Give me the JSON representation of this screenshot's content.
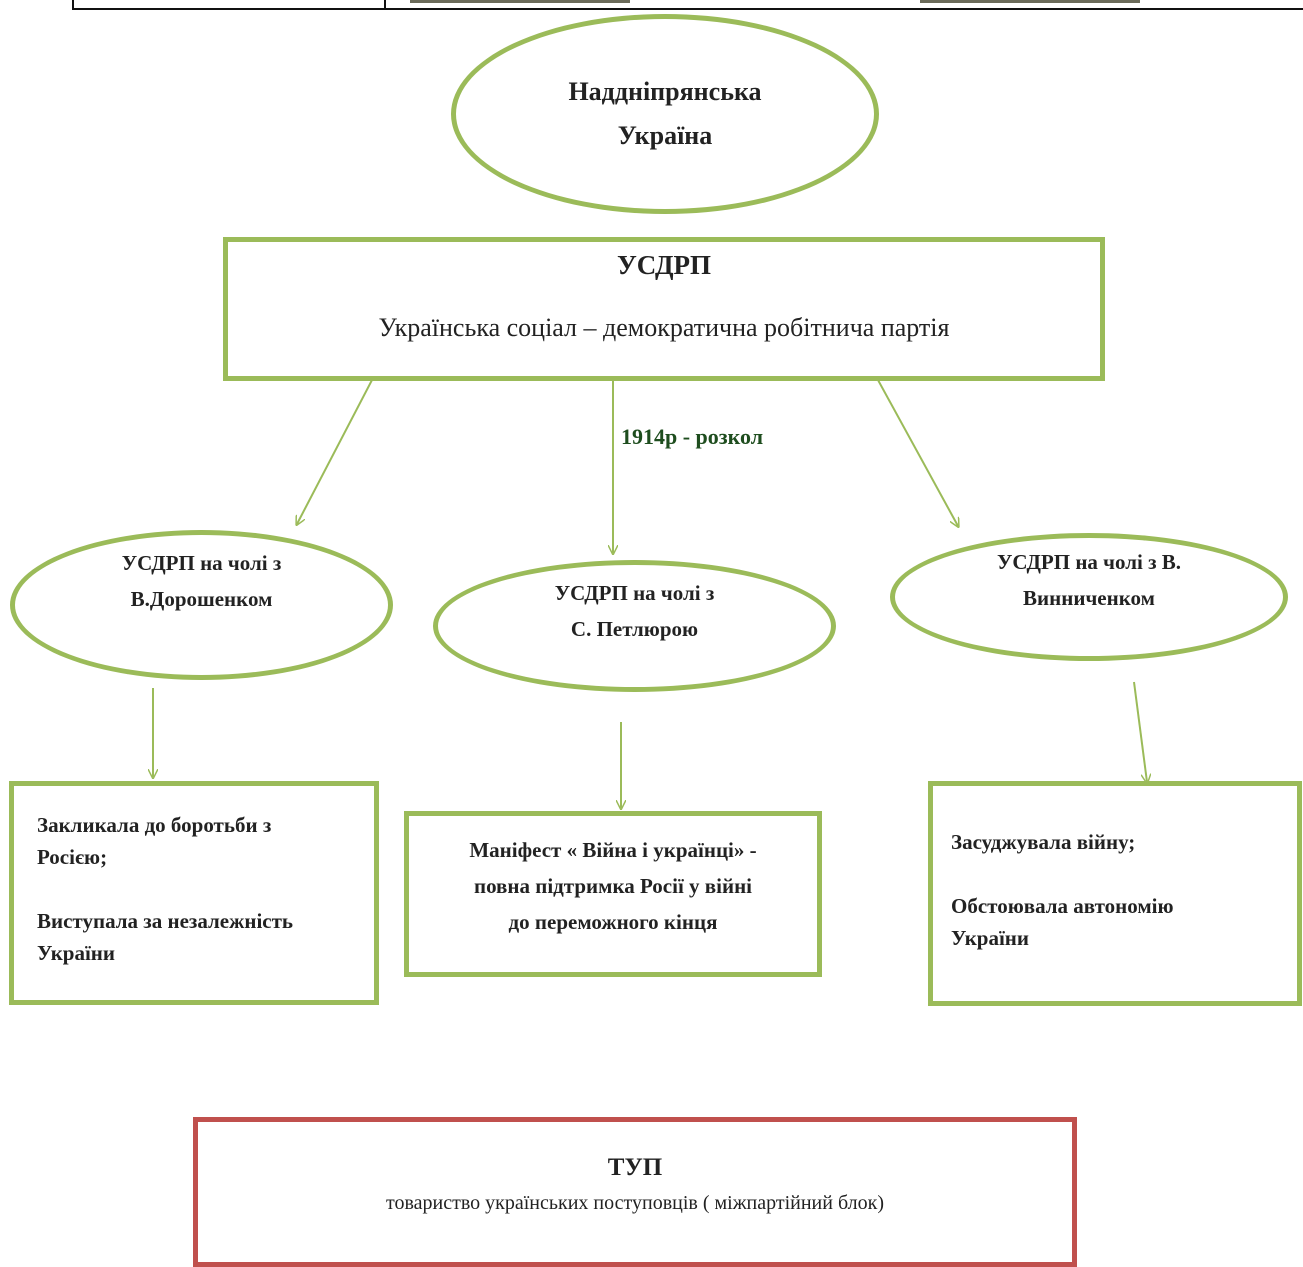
{
  "root": {
    "title": "Наддніпрянська\nУкраїна"
  },
  "party": {
    "abbr": "УСДРП",
    "full_name": "Українська соціал – демократична робітнича партія"
  },
  "split_label": "1914р - розкол",
  "factions": [
    {
      "label": "УСДРП на чолі  з\nВ.Дорошенком",
      "position": "Закликала до боротьби з\nРосією;\n\nВиступала за незалежність\nУкраїни"
    },
    {
      "label": "УСДРП на чолі з\nС. Петлюрою",
      "position": "Маніфест « Війна і українці» -\nповна підтримка Росії у війні\nдо переможного кінця"
    },
    {
      "label": "УСДРП на чолі з В.\nВинниченком",
      "position": "Засуджувала війну;\n\nОбстоювала автономію\nУкраїни"
    }
  ],
  "tup": {
    "abbr": "ТУП",
    "full_name": "товариство  українських поступовців ( міжпартійний блок)"
  },
  "colors": {
    "green": "#9bbb59",
    "red": "#c0504d",
    "dark_green": "#1e4d1e"
  }
}
